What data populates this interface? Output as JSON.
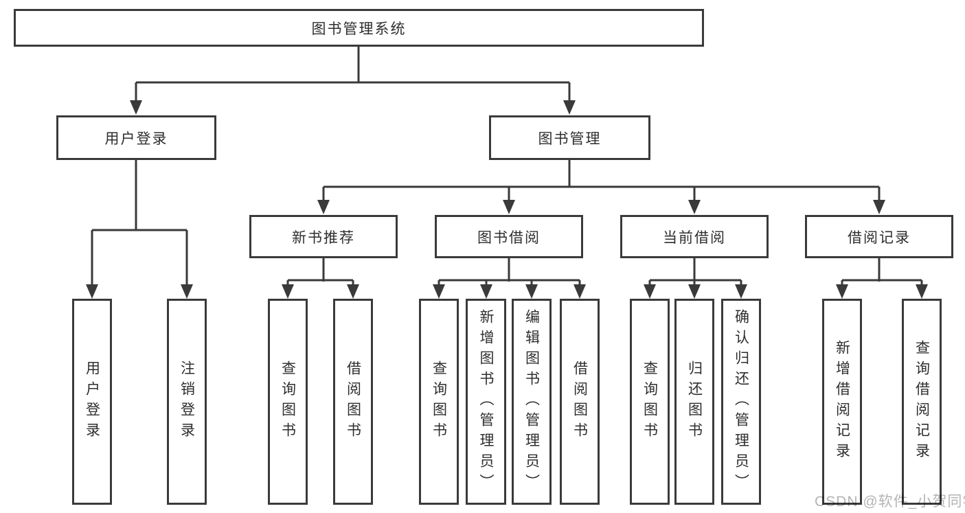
{
  "diagram": {
    "title": "图书管理系统",
    "nodes": {
      "root": "图书管理系统",
      "user_login": "用户登录",
      "book_mgmt": "图书管理",
      "new_book_rec": "新书推荐",
      "book_borrow": "图书借阅",
      "current_borrow": "当前借阅",
      "borrow_record": "借阅记录",
      "leaf_user_login": "用户登录",
      "leaf_logout": "注销登录",
      "leaf_nbr_query": "查询图书",
      "leaf_nbr_borrow": "借阅图书",
      "leaf_bb_query": "查询图书",
      "leaf_bb_add": "新增图书（管理员）",
      "leaf_bb_edit": "编辑图书（管理员）",
      "leaf_bb_borrow": "借阅图书",
      "leaf_cb_query": "查询图书",
      "leaf_cb_return": "归还图书",
      "leaf_cb_confirm": "确认归还（管理员）",
      "leaf_br_add": "新增借阅记录",
      "leaf_br_query": "查询借阅记录"
    },
    "hierarchy": {
      "图书管理系统": {
        "用户登录": [
          "用户登录",
          "注销登录"
        ],
        "图书管理": {
          "新书推荐": [
            "查询图书",
            "借阅图书"
          ],
          "图书借阅": [
            "查询图书",
            "新增图书（管理员）",
            "编辑图书（管理员）",
            "借阅图书"
          ],
          "当前借阅": [
            "查询图书",
            "归还图书",
            "确认归还（管理员）"
          ],
          "借阅记录": [
            "新增借阅记录",
            "查询借阅记录"
          ]
        }
      }
    }
  },
  "watermark": "CSDN @软件_小贺同学",
  "colors": {
    "line": "#3a3a3a",
    "text": "#2e2e2e",
    "watermark": "#b4b4b4",
    "background": "#ffffff"
  }
}
